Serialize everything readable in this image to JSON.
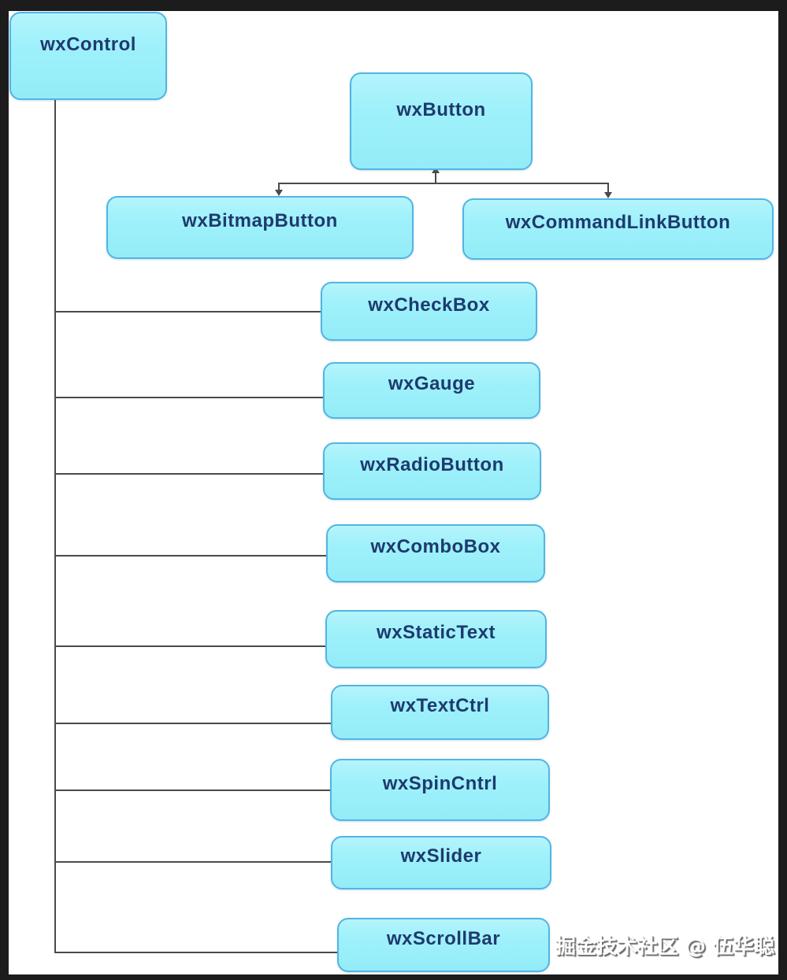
{
  "diagram": {
    "type": "class-hierarchy",
    "nodes": {
      "control": "wxControl",
      "button": "wxButton",
      "bitmap_button": "wxBitmapButton",
      "command_link_button": "wxCommandLinkButton",
      "check_box": "wxCheckBox",
      "gauge": "wxGauge",
      "radio_button": "wxRadioButton",
      "combo_box": "wxComboBox",
      "static_text": "wxStaticText",
      "text_ctrl": "wxTextCtrl",
      "spin_cntrl": "wxSpinCntrl",
      "slider": "wxSlider",
      "scroll_bar": "wxScrollBar"
    },
    "edges": [
      {
        "from": "wxButton",
        "to": "wxBitmapButton"
      },
      {
        "from": "wxButton",
        "to": "wxCommandLinkButton"
      },
      {
        "from": "wxControl",
        "to": "wxCheckBox"
      },
      {
        "from": "wxControl",
        "to": "wxGauge"
      },
      {
        "from": "wxControl",
        "to": "wxRadioButton"
      },
      {
        "from": "wxControl",
        "to": "wxComboBox"
      },
      {
        "from": "wxControl",
        "to": "wxStaticText"
      },
      {
        "from": "wxControl",
        "to": "wxTextCtrl"
      },
      {
        "from": "wxControl",
        "to": "wxSpinCntrl"
      },
      {
        "from": "wxControl",
        "to": "wxSlider"
      },
      {
        "from": "wxControl",
        "to": "wxScrollBar"
      }
    ],
    "colors": {
      "frame": "#1c1c1c",
      "canvas": "#ffffff",
      "node_fill": "#9ff1fb",
      "node_border": "#52b5e2",
      "node_text": "#1e3a6e",
      "line": "#4a4a4a"
    }
  },
  "watermark": {
    "text": "掘金技术社区 @ 伍华聪",
    "color": "#fdfdfd"
  }
}
